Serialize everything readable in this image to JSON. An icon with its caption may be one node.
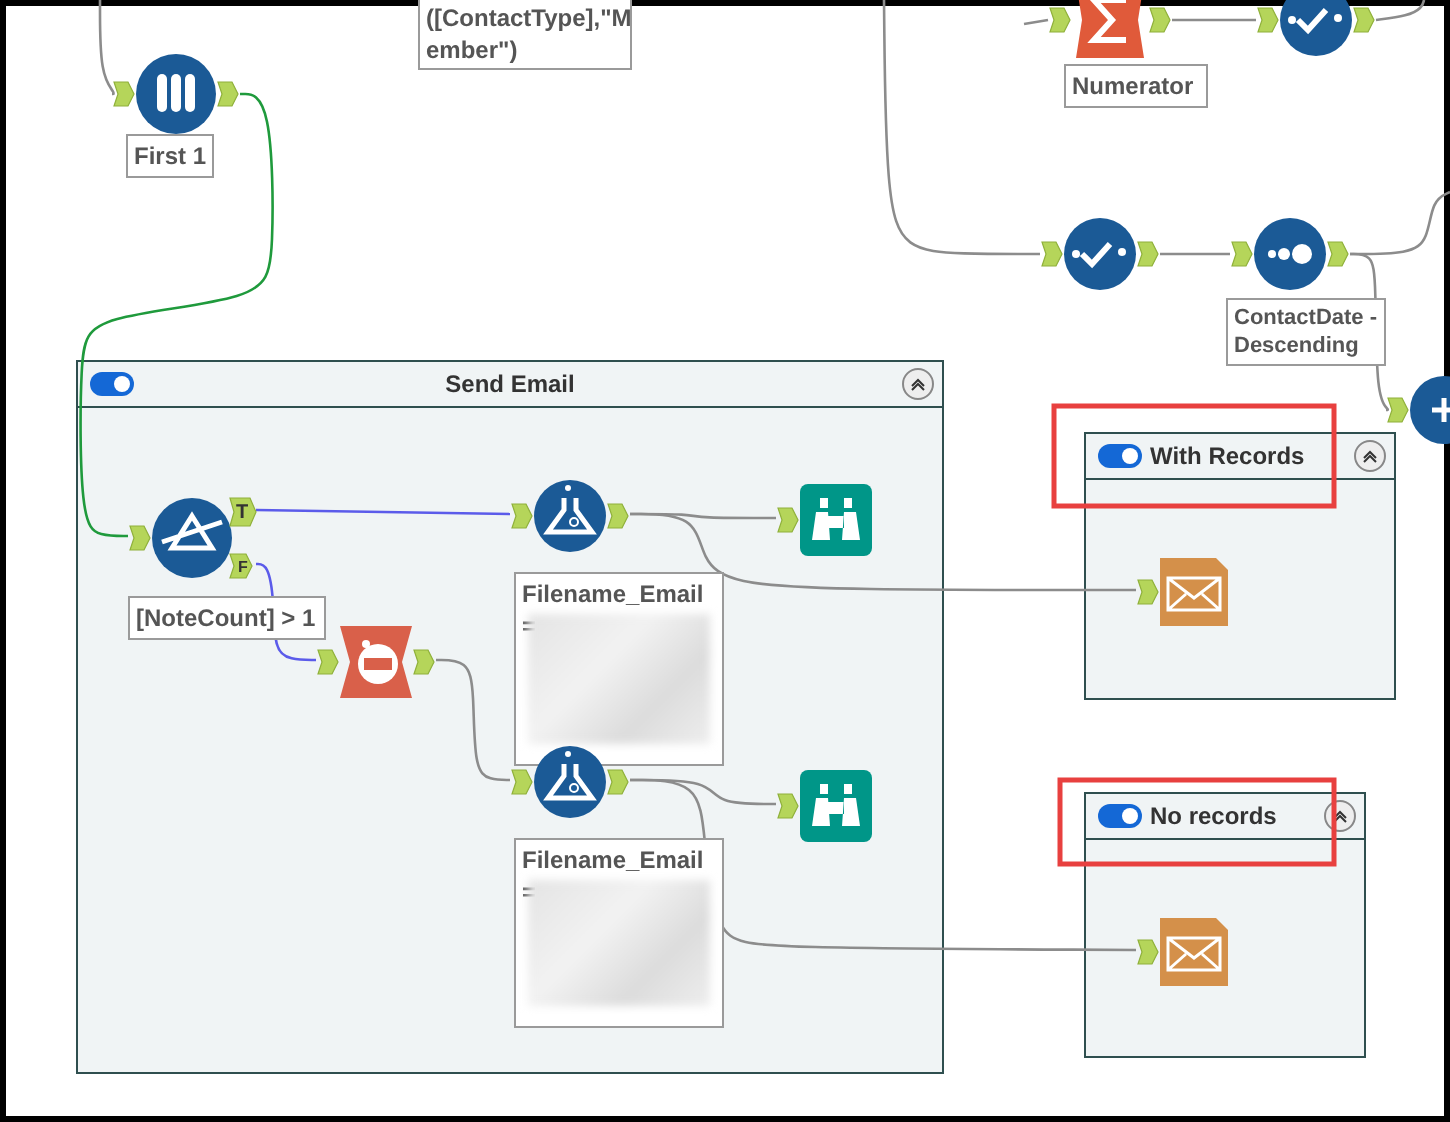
{
  "diagram": {
    "nodes": [
      {
        "text": [],
        "shape": "picture",
        "beside": [
          "First 1"
        ]
      },
      {
        "text": [
          "([ContactType],\"M ember\")"
        ]
      },
      {
        "text": [],
        "shape": "picture",
        "beside": [
          "Numerator"
        ]
      },
      {
        "text": [],
        "shape": "picture"
      },
      {
        "text": [],
        "shape": "picture"
      },
      {
        "text": [],
        "shape": "picture",
        "beside": [
          "ContactDate - Descending"
        ]
      },
      {
        "text": [],
        "shape": "picture"
      },
      {
        "text": [
          "Send Email"
        ]
      },
      {
        "text": [],
        "shape": "picture",
        "beside": [
          "[NoteCount] > 1"
        ],
        "in": 7
      },
      {
        "text": [],
        "shape": "picture",
        "beside": [
          "Filename_Email ="
        ],
        "in": 7
      },
      {
        "text": [],
        "shape": "picture",
        "in": 7
      },
      {
        "text": [],
        "shape": "picture",
        "in": 7
      },
      {
        "text": [],
        "shape": "picture",
        "beside": [
          "Filename_Email ="
        ],
        "in": 7
      },
      {
        "text": [],
        "shape": "picture",
        "in": 7
      },
      {
        "text": [
          "With Records"
        ]
      },
      {
        "text": [],
        "shape": "picture",
        "in": 14
      },
      {
        "text": [
          "No records"
        ]
      },
      {
        "text": [],
        "shape": "picture",
        "in": 16
      }
    ],
    "edges": [
      {
        "from": null,
        "to": 0,
        "arrow": "none"
      },
      {
        "from": 0,
        "to": 8,
        "arrow": "none",
        "color": "#1f9a3c"
      },
      {
        "from": null,
        "to": 2,
        "arrow": "none"
      },
      {
        "from": 2,
        "to": 3,
        "arrow": "none"
      },
      {
        "from": 3,
        "to": null,
        "arrow": "none"
      },
      {
        "from": null,
        "to": 4,
        "arrow": "none"
      },
      {
        "from": 4,
        "to": 5,
        "arrow": "none"
      },
      {
        "from": 5,
        "to": null,
        "arrow": "none"
      },
      {
        "from": 5,
        "to": 6,
        "arrow": "none"
      },
      {
        "from": 8,
        "to": 9,
        "arrow": "none",
        "color": "#5b5bea"
      },
      {
        "from": 8,
        "to": 11,
        "arrow": "none",
        "color": "#5b5bea"
      },
      {
        "from": 9,
        "to": 10,
        "arrow": "none"
      },
      {
        "from": 9,
        "to": 15,
        "arrow": "none"
      },
      {
        "from": 11,
        "to": 12,
        "arrow": "none"
      },
      {
        "from": 12,
        "to": 13,
        "arrow": "none"
      },
      {
        "from": 12,
        "to": 17,
        "arrow": "none"
      }
    ],
    "labels": [
      "T",
      "F"
    ]
  }
}
